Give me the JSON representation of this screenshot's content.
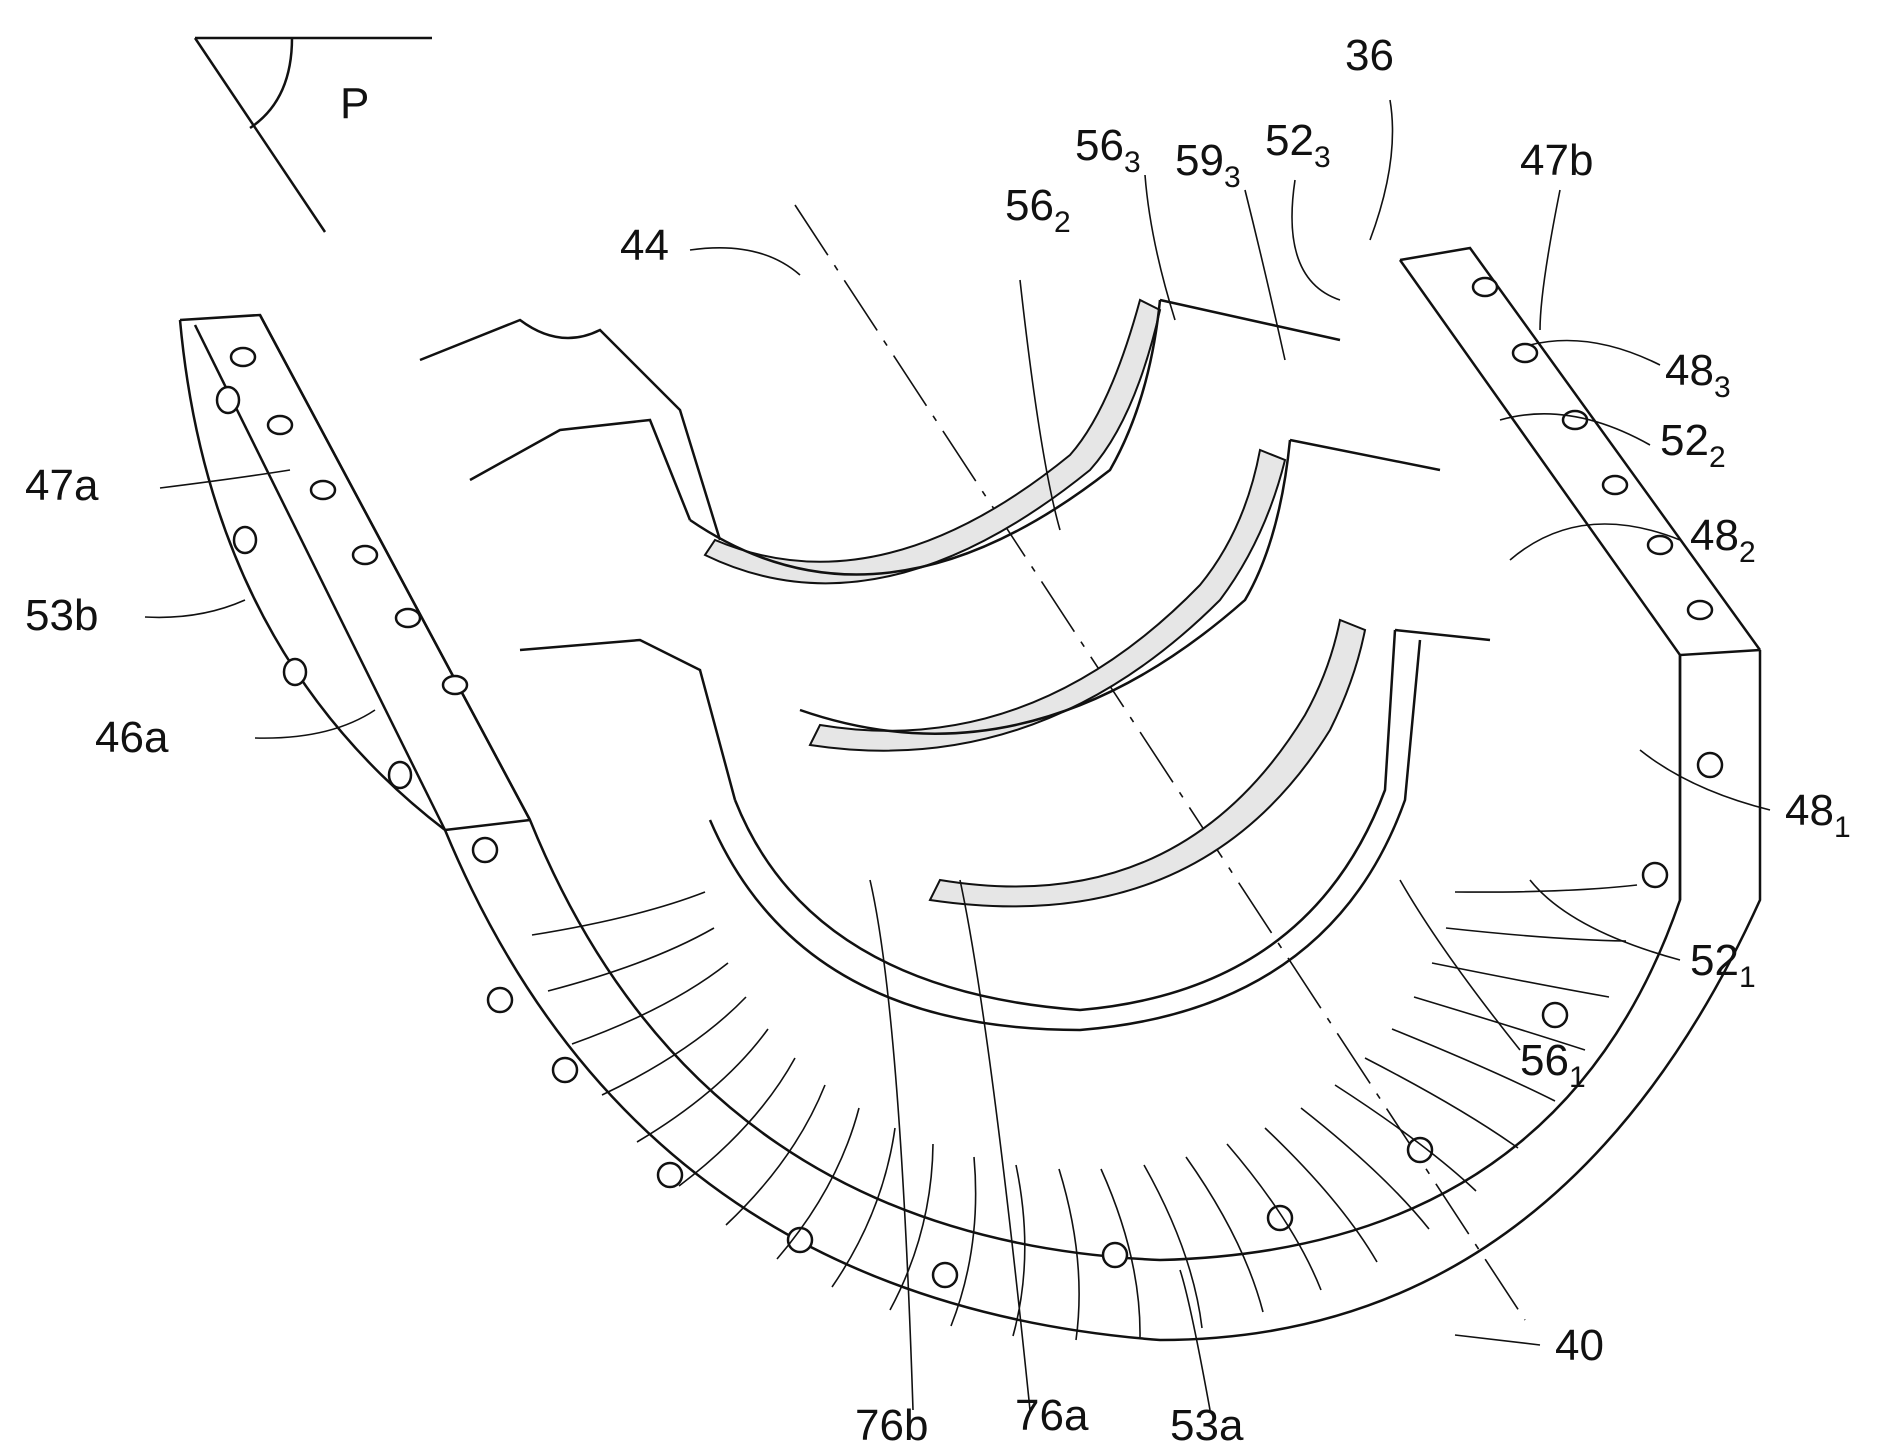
{
  "figure": {
    "plane_label": "P",
    "labels": [
      {
        "id": "36",
        "text": "36",
        "sub": ""
      },
      {
        "id": "44",
        "text": "44",
        "sub": ""
      },
      {
        "id": "56-3",
        "text": "56",
        "sub": "3"
      },
      {
        "id": "59-3",
        "text": "59",
        "sub": "3"
      },
      {
        "id": "52-3",
        "text": "52",
        "sub": "3"
      },
      {
        "id": "47b",
        "text": "47b",
        "sub": ""
      },
      {
        "id": "56-2",
        "text": "56",
        "sub": "2"
      },
      {
        "id": "48-3",
        "text": "48",
        "sub": "3"
      },
      {
        "id": "52-2",
        "text": "52",
        "sub": "2"
      },
      {
        "id": "48-2",
        "text": "48",
        "sub": "2"
      },
      {
        "id": "47a",
        "text": "47a",
        "sub": ""
      },
      {
        "id": "53b",
        "text": "53b",
        "sub": ""
      },
      {
        "id": "46a",
        "text": "46a",
        "sub": ""
      },
      {
        "id": "48-1",
        "text": "48",
        "sub": "1"
      },
      {
        "id": "52-1",
        "text": "52",
        "sub": "1"
      },
      {
        "id": "56-1",
        "text": "56",
        "sub": "1"
      },
      {
        "id": "40",
        "text": "40",
        "sub": ""
      },
      {
        "id": "76b",
        "text": "76b",
        "sub": ""
      },
      {
        "id": "76a",
        "text": "76a",
        "sub": ""
      },
      {
        "id": "53a",
        "text": "53a",
        "sub": ""
      }
    ]
  }
}
